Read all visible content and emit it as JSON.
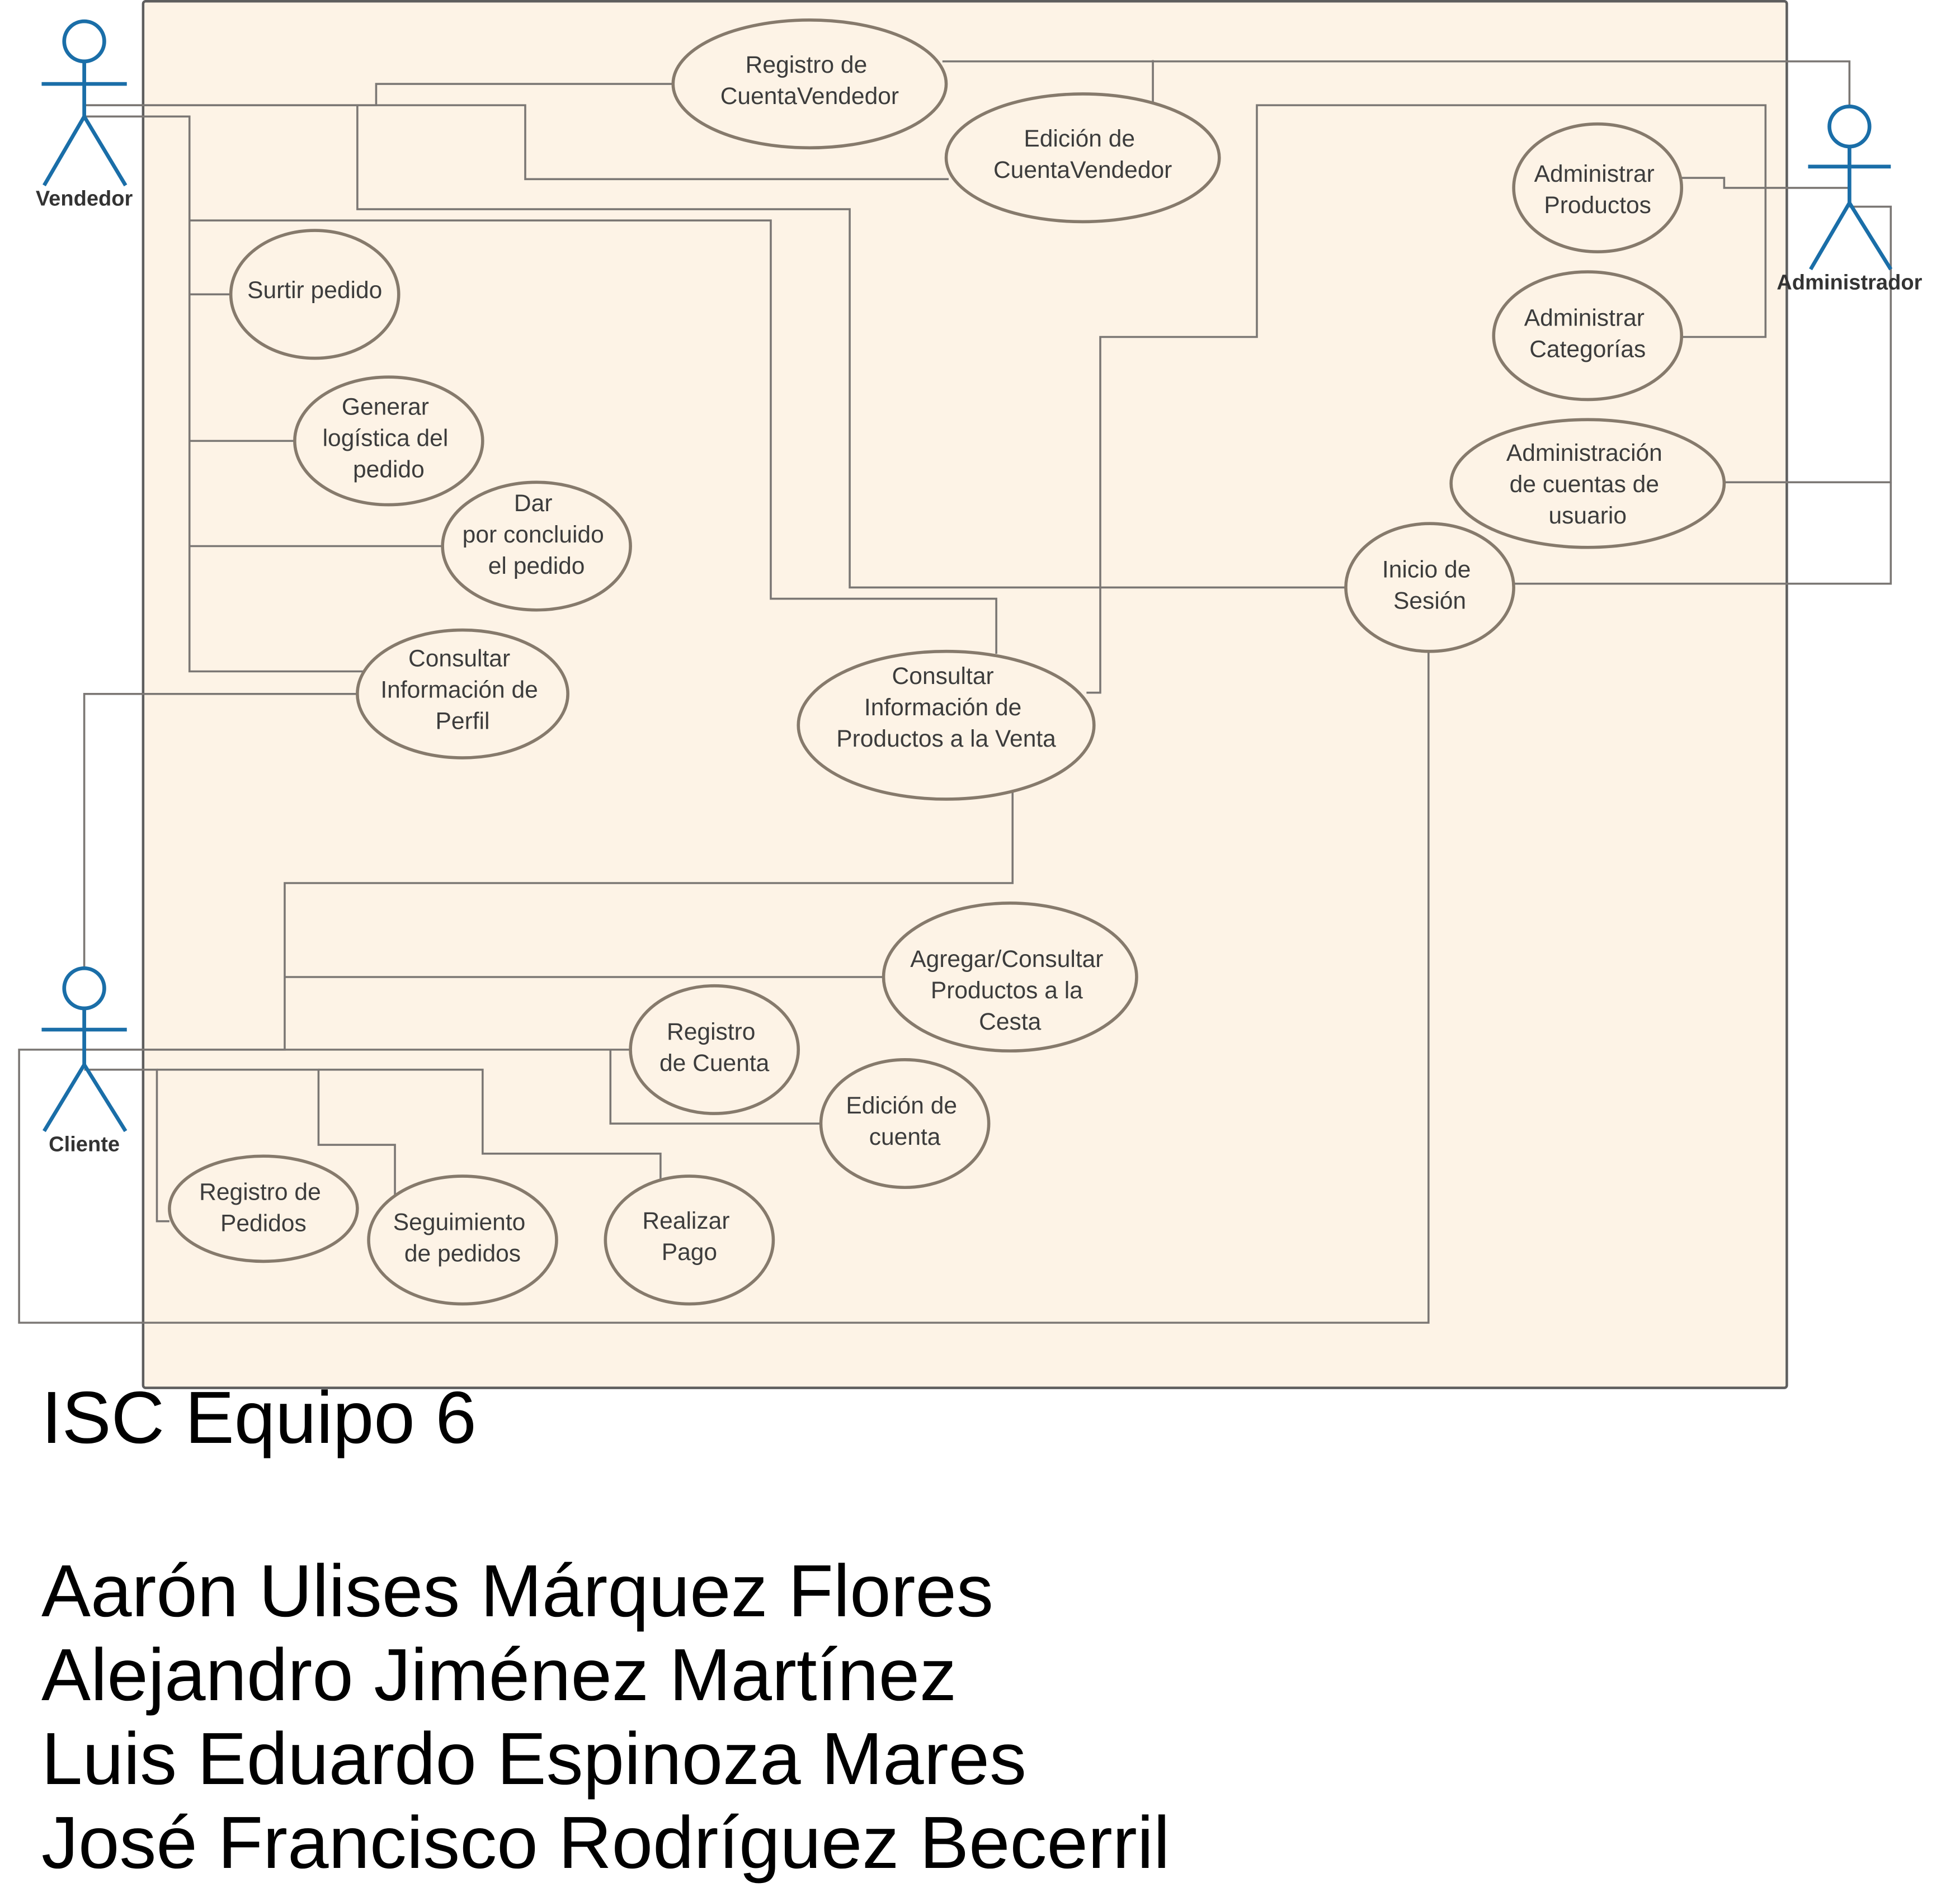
{
  "colors": {
    "system_fill": "#fdf3e6",
    "system_border": "#5e5e5e",
    "usecase_stroke": "#867a6c",
    "usecase_text": "#3c3c3c",
    "actor": "#1a6ea8",
    "connector": "#7b7774"
  },
  "actors": {
    "vendedor": "Vendedor",
    "administrador": "Administrador",
    "cliente": "Cliente"
  },
  "use_cases": {
    "registro_cuenta_vendedor": [
      "Registro de",
      "CuentaVendedor"
    ],
    "edicion_cuenta_vendedor": [
      "Edición de",
      "CuentaVendedor"
    ],
    "administrar_productos": [
      "Administrar",
      "Productos"
    ],
    "administrar_categorias": [
      "Administrar",
      "Categorías"
    ],
    "administracion_cuentas_usuario": [
      "Administración",
      "de cuentas de",
      "usuario"
    ],
    "inicio_sesion": [
      "Inicio de",
      "Sesión"
    ],
    "surtir_pedido": [
      "Surtir pedido"
    ],
    "generar_logistica": [
      "Generar",
      "logística del",
      "pedido"
    ],
    "dar_por_concluido": [
      "Dar",
      "por concluido",
      "el pedido"
    ],
    "consultar_perfil": [
      "Consultar",
      "Información de",
      "Perfil"
    ],
    "consultar_productos_venta": [
      "Consultar",
      "Información de",
      "Productos a la Venta"
    ],
    "agregar_cesta": [
      "Agregar/Consultar",
      "Productos a la",
      "Cesta"
    ],
    "registro_cuenta": [
      "Registro",
      "de Cuenta"
    ],
    "edicion_cuenta": [
      "Edición de",
      "cuenta"
    ],
    "registro_pedidos": [
      "Registro de",
      "Pedidos"
    ],
    "seguimiento_pedidos": [
      "Seguimiento",
      "de pedidos"
    ],
    "realizar_pago": [
      "Realizar",
      "Pago"
    ]
  },
  "footer": {
    "team": "ISC Equipo 6",
    "authors": [
      "Aarón Ulises Márquez Flores",
      "Alejandro Jiménez Martínez",
      "Luis Eduardo Espinoza Mares",
      "José Francisco Rodríguez Becerril"
    ]
  }
}
